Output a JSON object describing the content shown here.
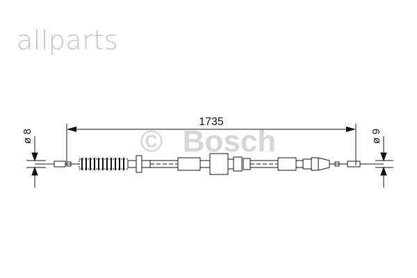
{
  "brand": {
    "text": "allparts"
  },
  "watermark": {
    "copyright_symbol": "©",
    "text": "Bosch"
  },
  "dimensions": {
    "overall_length": "1735",
    "left_diameter": "ø 8",
    "right_diameter": "ø 9"
  },
  "colors": {
    "line": "#111111",
    "watermark": "#d6d6d6",
    "brand": "#c4c4c4"
  }
}
